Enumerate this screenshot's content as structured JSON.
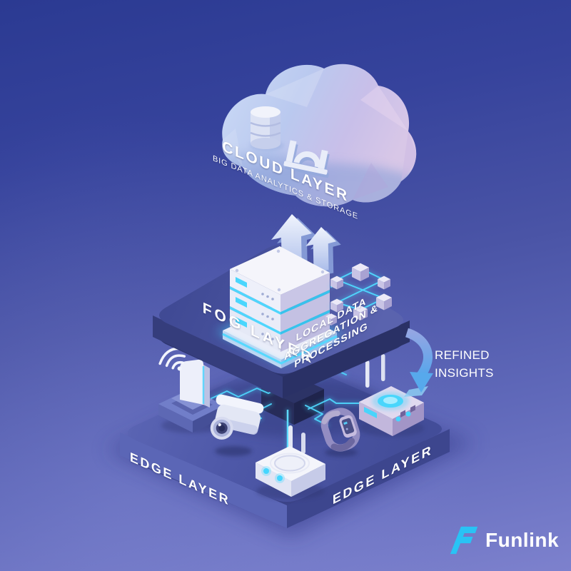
{
  "diagram": {
    "cloud_layer": {
      "title": "CLOUD LAYER",
      "subtitle": "BIG DATA ANALYTICS & STORAGE"
    },
    "fog_layer": {
      "title": "FOG LAYER",
      "subtitle_lines": [
        "LOCAL DATA",
        "AGGREGATION &",
        "PROCESSING"
      ]
    },
    "edge_layer": {
      "label_left": "EDGE LAYER",
      "label_right": "EDGE LAYER"
    },
    "annotations": {
      "refined_insights": "REFINED\nINSIGHTS"
    },
    "brand": {
      "name": "Funlink"
    },
    "icons": [
      "cloud-3d-icon",
      "database-icon",
      "bar-chart-icon",
      "up-arrows-icon",
      "server-rack-icon",
      "data-cubes-icon",
      "wifi-access-point-icon",
      "wifi-signal-icon",
      "security-camera-icon",
      "wifi-router-icon",
      "smartwatch-icon",
      "iot-gateway-icon",
      "circuit-traces-icon",
      "curved-arrow-down-icon",
      "funlink-logo-mark"
    ],
    "colors": {
      "background_top": "#2b3a92",
      "background_bottom": "#7a7ecb",
      "accent_cyan": "#45d0f8",
      "edge_platform": "#4e58a8",
      "fog_platform": "#424c98",
      "cloud_light": "#c5d5f3",
      "cloud_pink": "#d6c8e8",
      "device_white": "#eef0fa",
      "text": "#ffffff",
      "logo_cyan": "#29c3f5"
    }
  }
}
